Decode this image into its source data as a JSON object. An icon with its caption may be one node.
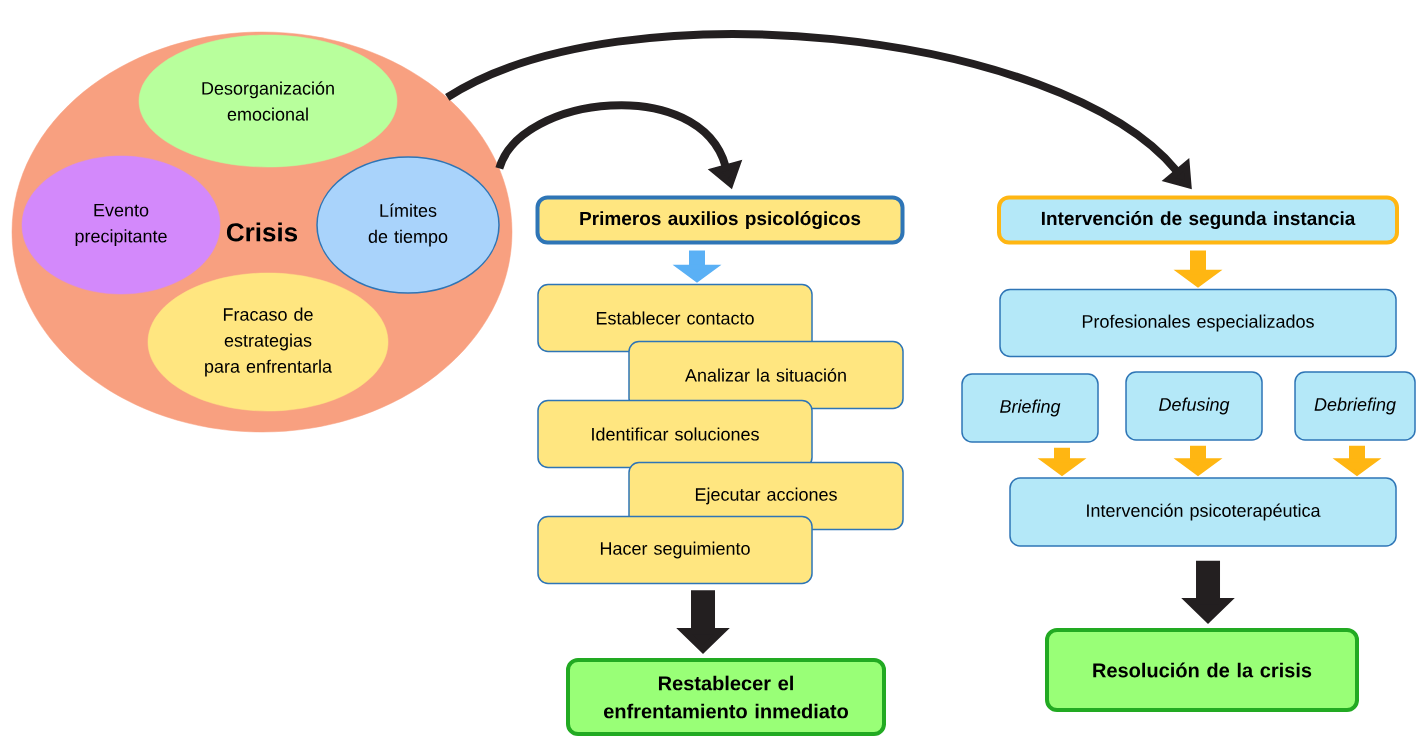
{
  "diagram": {
    "nodes": [
      {
        "text": [
          "Crisis"
        ]
      },
      {
        "text": [
          "Desorganización emocional"
        ],
        "in": 0
      },
      {
        "text": [
          "Evento precipitante"
        ],
        "in": 0
      },
      {
        "text": [
          "Límites de tiempo"
        ],
        "in": 0
      },
      {
        "text": [
          "Fracaso de estrategias para enfrentarla"
        ],
        "in": 0
      },
      {
        "text": [
          "Primeros auxilios psicológicos"
        ]
      },
      {
        "text": [
          "Establecer contacto"
        ]
      },
      {
        "text": [
          "Analizar la situación"
        ]
      },
      {
        "text": [
          "Identificar soluciones"
        ]
      },
      {
        "text": [
          "Ejecutar acciones"
        ]
      },
      {
        "text": [
          "Hacer seguimiento"
        ]
      },
      {
        "text": [
          "Restablecer el enfrentamiento inmediato"
        ]
      },
      {
        "text": [
          "Intervención de segunda instancia"
        ]
      },
      {
        "text": [
          "Profesionales especializados"
        ]
      },
      {
        "text": [
          "Briefing"
        ]
      },
      {
        "text": [
          "Defusing"
        ]
      },
      {
        "text": [
          "Debriefing"
        ]
      },
      {
        "text": [
          "Intervención psicoterapéutica"
        ]
      },
      {
        "text": [
          "Resolución de la crisis"
        ]
      }
    ],
    "edges": [
      {
        "from": 0,
        "to": 5,
        "arrow": "to",
        "color": "#231f20"
      },
      {
        "from": 0,
        "to": 12,
        "arrow": "to",
        "color": "#231f20"
      },
      {
        "from": 5,
        "to": 6,
        "arrow": "to",
        "color": "#5ab0f5"
      },
      {
        "from": 10,
        "to": 11,
        "arrow": "to",
        "color": "#231f20"
      },
      {
        "from": 12,
        "to": 13,
        "arrow": "to",
        "color": "#ffb612"
      },
      {
        "from": 14,
        "to": 17,
        "arrow": "to",
        "color": "#ffb612"
      },
      {
        "from": 15,
        "to": 17,
        "arrow": "to",
        "color": "#ffb612"
      },
      {
        "from": 16,
        "to": 17,
        "arrow": "to",
        "color": "#ffb612"
      },
      {
        "from": 17,
        "to": 18,
        "arrow": "to",
        "color": "#231f20"
      }
    ]
  }
}
